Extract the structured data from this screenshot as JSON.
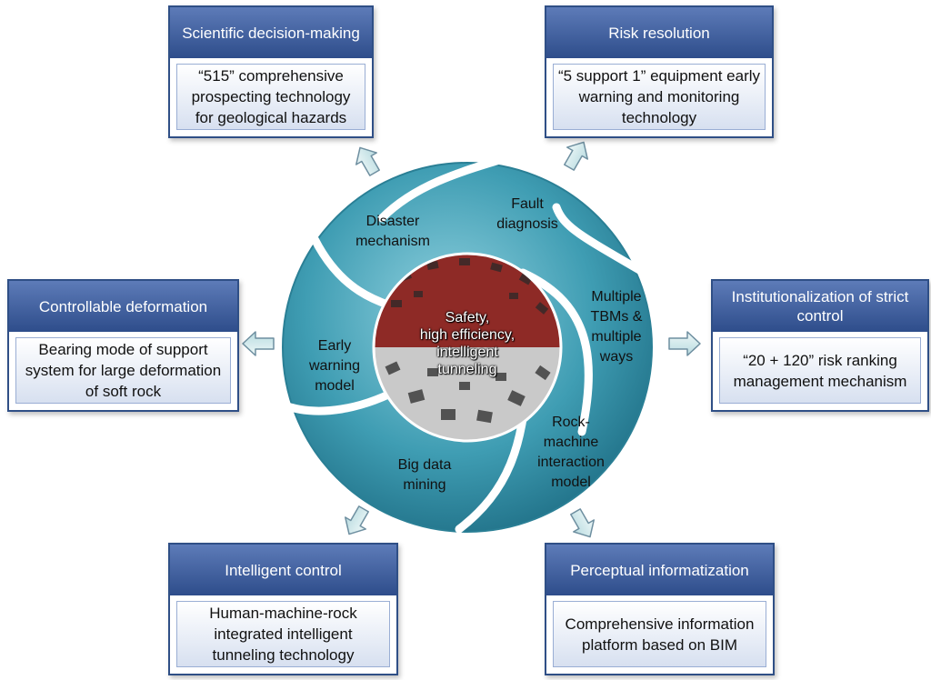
{
  "center": {
    "lines": [
      "Safety,",
      "high efficiency,",
      "intelligent",
      "tunneling"
    ]
  },
  "wheel_labels": {
    "disaster_mechanism": [
      "Disaster",
      "mechanism"
    ],
    "fault_diagnosis": [
      "Fault",
      "diagnosis"
    ],
    "multiple_tbms": [
      "Multiple",
      "TBMs &",
      "multiple",
      "ways"
    ],
    "rock_machine": [
      "Rock-",
      "machine",
      "interaction",
      "model"
    ],
    "big_data": [
      "Big data",
      "mining"
    ],
    "early_warning": [
      "Early",
      "warning",
      "model"
    ]
  },
  "boxes": {
    "scientific": {
      "title": "Scientific decision-making",
      "body": "“515” comprehensive prospecting technology for geological hazards"
    },
    "risk": {
      "title": "Risk resolution",
      "body": "“5 support 1” equipment early warning and monitoring technology"
    },
    "controllable": {
      "title": "Controllable deformation",
      "body": "Bearing mode of support system for large deformation of soft rock"
    },
    "institutional": {
      "title": "Institutionalization of strict control",
      "body": "“20 + 120” risk ranking management mechanism"
    },
    "intelligent": {
      "title": "Intelligent control",
      "body": "Human-machine-rock integrated intelligent tunneling technology"
    },
    "perceptual": {
      "title": "Perceptual informatization",
      "body": "Comprehensive information platform based on BIM"
    }
  },
  "colors": {
    "wheel": "#3f9db3",
    "hub_top": "#8e2a26",
    "hub_bottom": "#c8c8c8",
    "box_header": "#2e4d8b",
    "arrow": "#d6ecec"
  }
}
